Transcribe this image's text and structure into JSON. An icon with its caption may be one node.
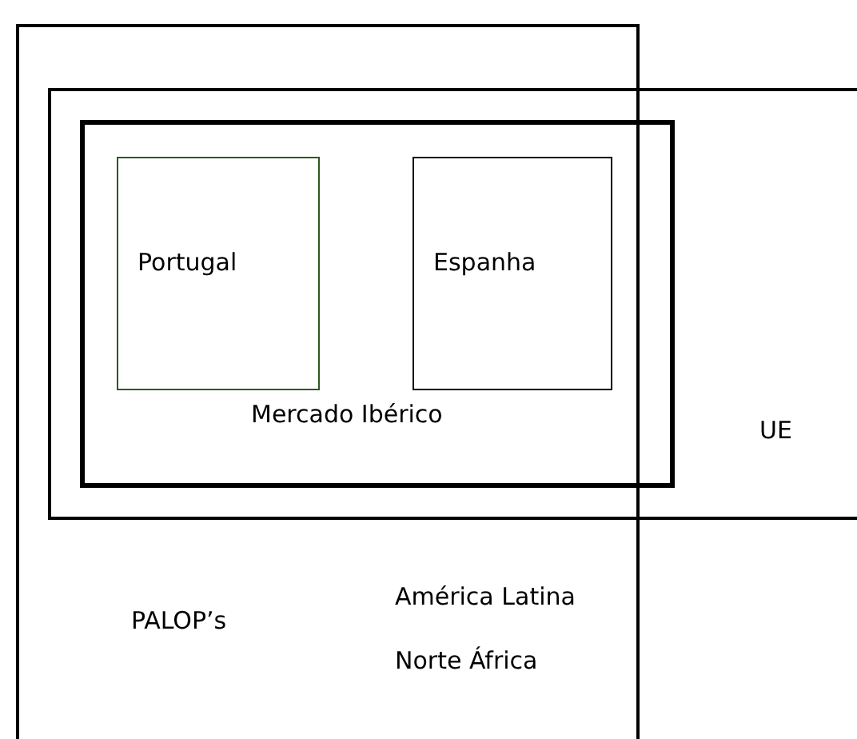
{
  "diagram": {
    "nodes": [
      {
        "text": [
          "PALOP’s",
          "América Latina",
          "Norte África"
        ]
      },
      {
        "text": [
          "UE"
        ]
      },
      {
        "text": [
          "Mercado Ibérico"
        ],
        "in": 1
      },
      {
        "text": [
          "Portugal"
        ],
        "in": 2
      },
      {
        "text": [
          "Espanha"
        ],
        "in": 2
      }
    ]
  }
}
